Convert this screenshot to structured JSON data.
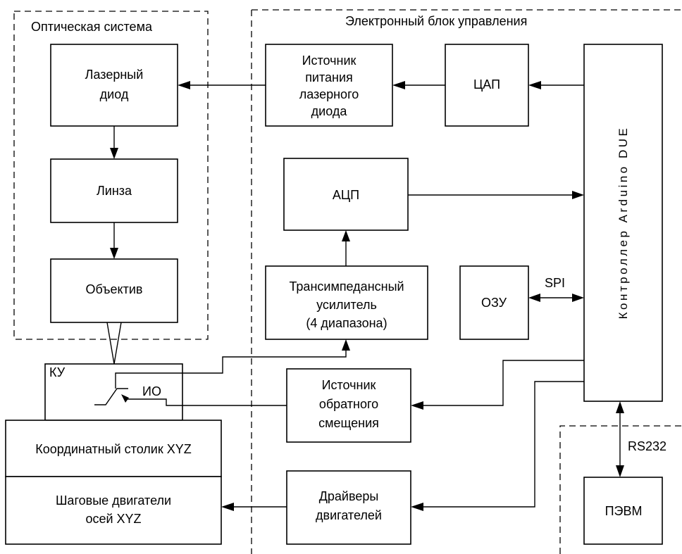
{
  "groups": {
    "optical": "Оптическая система",
    "electronic": "Электронный блок управления"
  },
  "blocks": {
    "laser_diode": [
      "Лазерный",
      "диод"
    ],
    "lens": [
      "Линза"
    ],
    "objective": [
      "Объектив"
    ],
    "laser_power": [
      "Источник",
      "питания",
      "лазерного",
      "диода"
    ],
    "dac": [
      "ЦАП"
    ],
    "adc": [
      "АЦП"
    ],
    "tia": [
      "Трансимпедансный",
      "усилитель",
      "(4 диапазона)"
    ],
    "ram": [
      "ОЗУ"
    ],
    "controller": [
      "Контроллер Arduino DUE"
    ],
    "bias_source": [
      "Источник",
      "обратного",
      "смещения"
    ],
    "drivers": [
      "Драйверы",
      "двигателей"
    ],
    "pc": [
      "ПЭВМ"
    ],
    "stage": [
      "Координатный столик XYZ"
    ],
    "motors": [
      "Шаговые двигатели",
      "осей XYZ"
    ],
    "ku": [
      "КУ"
    ]
  },
  "labels": {
    "spi": "SPI",
    "rs232": "RS232",
    "io": "ИО"
  }
}
